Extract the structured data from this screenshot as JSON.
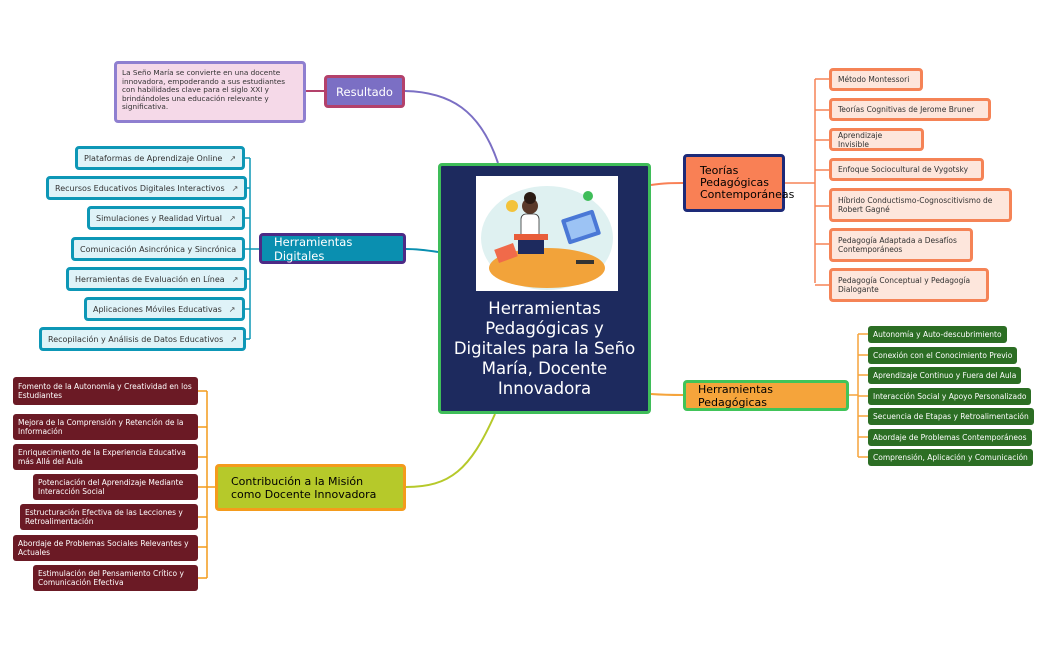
{
  "central": {
    "title": "Herramientas Pedagógicas y Digitales para la Seño María, Docente Innovadora",
    "image_icon": "teacher-laptop-illustration-icon"
  },
  "resultado": {
    "label": "Resultado",
    "note": "La Seño María se convierte en una docente innovadora, empoderando a sus estudiantes con habilidades clave para el siglo XXI y brindándoles una educación relevante y significativa."
  },
  "herramientas_digitales": {
    "label": "Herramientas Digitales",
    "link_icon": "↗",
    "items": [
      "Plataformas de Aprendizaje Online",
      "Recursos Educativos Digitales Interactivos",
      "Simulaciones y Realidad Virtual",
      "Comunicación Asincrónica y Sincrónica",
      "Herramientas de Evaluación en Línea",
      "Aplicaciones Móviles Educativas",
      "Recopilación y Análisis de Datos Educativos"
    ]
  },
  "teorias": {
    "label": "Teorías Pedagógicas Contemporáneas",
    "items": [
      "Método Montessori",
      "Teorías Cognitivas de Jerome Bruner",
      "Aprendizaje Invisible",
      "Enfoque Sociocultural de Vygotsky",
      "Híbrido Conductismo-Cognoscitivismo de Robert Gagné",
      "Pedagogía Adaptada a Desafíos Contemporáneos",
      "Pedagogía Conceptual y Pedagogía Dialogante"
    ]
  },
  "herramientas_pedagogicas": {
    "label": "Herramientas Pedagógicas",
    "items": [
      "Autonomía y Auto-descubrimiento",
      "Conexión con el Conocimiento Previo",
      "Aprendizaje Continuo y Fuera del Aula",
      "Interacción Social y Apoyo Personalizado",
      "Secuencia de Etapas y Retroalimentación",
      "Abordaje de Problemas Contemporáneos",
      "Comprensión, Aplicación y Comunicación"
    ]
  },
  "contribucion": {
    "label": "Contribución a la Misión como Docente Innovadora",
    "items": [
      "Fomento de la Autonomía y Creatividad en los Estudiantes",
      "Mejora de la Comprensión y Retención de la Información",
      "Enriquecimiento de la Experiencia Educativa más Allá del Aula",
      "Potenciación del Aprendizaje Mediante Interacción Social",
      "Estructuración Efectiva de las Lecciones y Retroalimentación",
      "Abordaje de Problemas Sociales Relevantes y Actuales",
      "Estimulación del Pensamiento Crítico y Comunicación Efectiva"
    ]
  },
  "colors": {
    "central": "#1d2a5e",
    "resultado": "#7b6fc4",
    "digitales": "#0a8fb0",
    "teorias": "#f98055",
    "pedagogicas": "#f5a43b",
    "contribucion": "#b6c92a",
    "contrib_leaf": "#6b1a25",
    "ped_leaf": "#2c6e24"
  }
}
